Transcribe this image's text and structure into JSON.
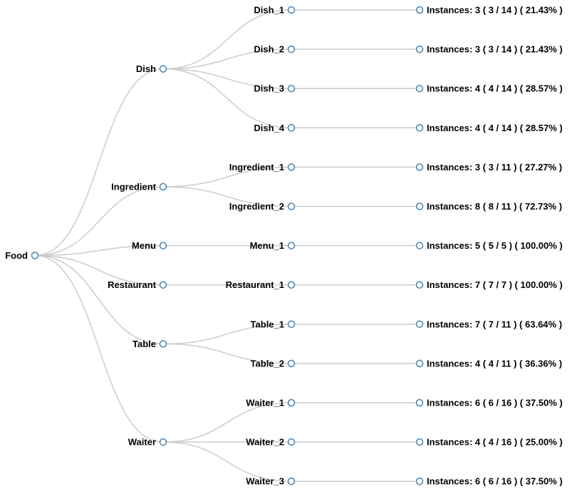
{
  "tree": {
    "root": {
      "name": "Food",
      "children": [
        {
          "name": "Dish",
          "children": [
            {
              "name": "Dish_1",
              "leaf": "Instances: 3 ( 3 / 14 ) ( 21.43% )"
            },
            {
              "name": "Dish_2",
              "leaf": "Instances: 3 ( 3 / 14 ) ( 21.43% )"
            },
            {
              "name": "Dish_3",
              "leaf": "Instances: 4 ( 4 / 14 ) ( 28.57% )"
            },
            {
              "name": "Dish_4",
              "leaf": "Instances: 4 ( 4 / 14 ) ( 28.57% )"
            }
          ]
        },
        {
          "name": "Ingredient",
          "children": [
            {
              "name": "Ingredient_1",
              "leaf": "Instances: 3 ( 3 / 11 ) ( 27.27% )"
            },
            {
              "name": "Ingredient_2",
              "leaf": "Instances: 8 ( 8 / 11 ) ( 72.73% )"
            }
          ]
        },
        {
          "name": "Menu",
          "children": [
            {
              "name": "Menu_1",
              "leaf": "Instances: 5 ( 5 / 5 ) ( 100.00% )"
            }
          ]
        },
        {
          "name": "Restaurant",
          "children": [
            {
              "name": "Restaurant_1",
              "leaf": "Instances: 7 ( 7 / 7 ) ( 100.00% )"
            }
          ]
        },
        {
          "name": "Table",
          "children": [
            {
              "name": "Table_1",
              "leaf": "Instances: 7 ( 7 / 11 ) ( 63.64% )"
            },
            {
              "name": "Table_2",
              "leaf": "Instances: 4 ( 4 / 11 ) ( 36.36% )"
            }
          ]
        },
        {
          "name": "Waiter",
          "children": [
            {
              "name": "Waiter_1",
              "leaf": "Instances: 6 ( 6 / 16 ) ( 37.50% )"
            },
            {
              "name": "Waiter_2",
              "leaf": "Instances: 4 ( 4 / 16 ) ( 25.00% )"
            },
            {
              "name": "Waiter_3",
              "leaf": "Instances: 6 ( 6 / 16 ) ( 37.50% )"
            }
          ]
        }
      ]
    }
  },
  "colors": {
    "link": "#cccccc",
    "node_stroke": "#4682b4",
    "node_fill": "#ffffff",
    "text": "#000000"
  }
}
